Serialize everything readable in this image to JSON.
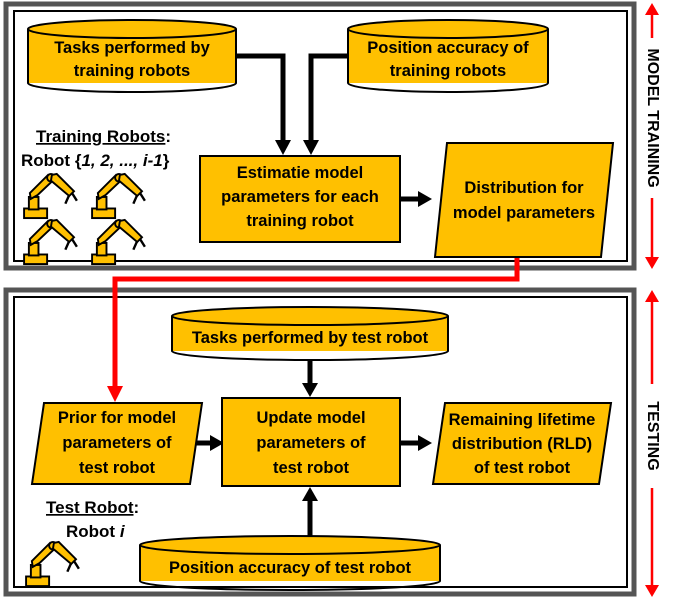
{
  "colors": {
    "shape_fill": "#FFC000",
    "outline": "#000000",
    "frame_outer": "#555555",
    "frame_inner": "#000000",
    "flow_arrow": "#000000",
    "transfer_arrow": "#FF0000",
    "phase_arrow": "#FF0000"
  },
  "training": {
    "side_label": "MODEL TRAINING",
    "tasks_db": [
      "Tasks performed by",
      "training robots"
    ],
    "accuracy_db": [
      "Position accuracy of",
      "training robots"
    ],
    "robots_heading": "Training Robots",
    "robots_heading_colon": ":",
    "robots_set_prefix": "Robot {",
    "robots_set_items": "1, 2, ..., i-1",
    "robots_set_suffix": "}",
    "estimate_process": [
      "Estimatie model",
      "parameters for each",
      "training robot"
    ],
    "distribution_output": [
      "Distribution for",
      "model parameters"
    ],
    "robot_icon": "industrial-robot-arm-icon"
  },
  "testing": {
    "side_label": "TESTING",
    "tasks_db": "Tasks performed by test robot",
    "prior_input": [
      "Prior for model",
      "parameters of",
      "test robot"
    ],
    "update_process": [
      "Update model",
      "parameters of",
      "test robot"
    ],
    "rld_output": [
      "Remaining lifetime",
      "distribution (RLD)",
      "of test robot"
    ],
    "robots_heading": "Test Robot",
    "robots_heading_colon": ":",
    "robot_label_prefix": "Robot ",
    "robot_label_italic": "i",
    "accuracy_db": "Position accuracy of test robot",
    "robot_icon": "industrial-robot-arm-icon"
  }
}
